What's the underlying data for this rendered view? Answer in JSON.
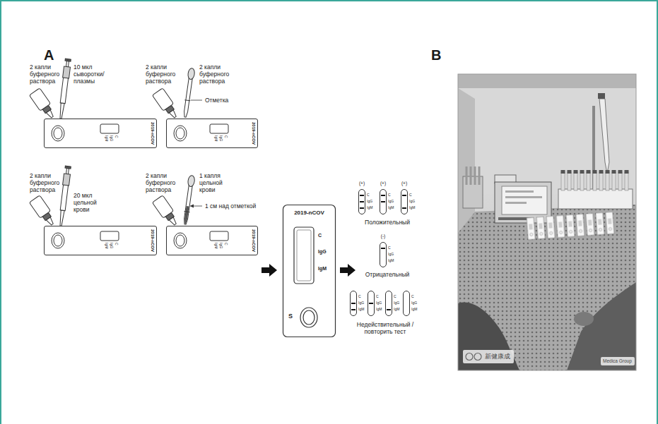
{
  "diagram": {
    "nodes": [
      {
        "text": [
          "2019-nCOV",
          "C",
          "IgG",
          "IgM"
        ]
      },
      {
        "text": [
          "2019-nCOV",
          "C",
          "IgG",
          "IgM"
        ]
      },
      {
        "text": [
          "2019-nCOV",
          "C",
          "IgG",
          "IgM"
        ]
      },
      {
        "text": [
          "2019-nCOV",
          "C",
          "IgG",
          "IgM"
        ]
      },
      {
        "text": [
          "2019-nCOV",
          "C",
          "IgG",
          "IgM",
          "S"
        ]
      },
      {
        "text": [
          "C",
          "IgG",
          "IgM"
        ]
      },
      {
        "text": [
          "C",
          "IgG",
          "IgM"
        ]
      },
      {
        "text": [
          "C",
          "IgG",
          "IgM"
        ]
      },
      {
        "text": [
          "C",
          "IgG",
          "IgM"
        ]
      },
      {
        "text": [
          "C",
          "IgG",
          "IgM"
        ]
      },
      {
        "text": [
          "C",
          "IgG",
          "IgM"
        ]
      },
      {
        "text": [
          "C",
          "IgG",
          "IgM"
        ]
      },
      {
        "text": [
          "C",
          "IgG",
          "IgM"
        ]
      }
    ],
    "labels": [
      "A",
      "B",
      "2 капли буферного раствора",
      "10 мкл сыворотки/плазмы",
      "2 капли буферного раствора",
      "2 капли буферного раствора",
      "Отметка",
      "2 капли буферного раствора",
      "20 мкл цельной крови",
      "2 капли буферного раствора",
      "1 капля цельной крови",
      "1 см над отметкой",
      "(+)",
      "(+)",
      "(+)",
      "Положительный",
      "(-)",
      "Отрицательный",
      "Недействительный / повторить тест",
      "新健康成",
      "Medica Group"
    ]
  }
}
